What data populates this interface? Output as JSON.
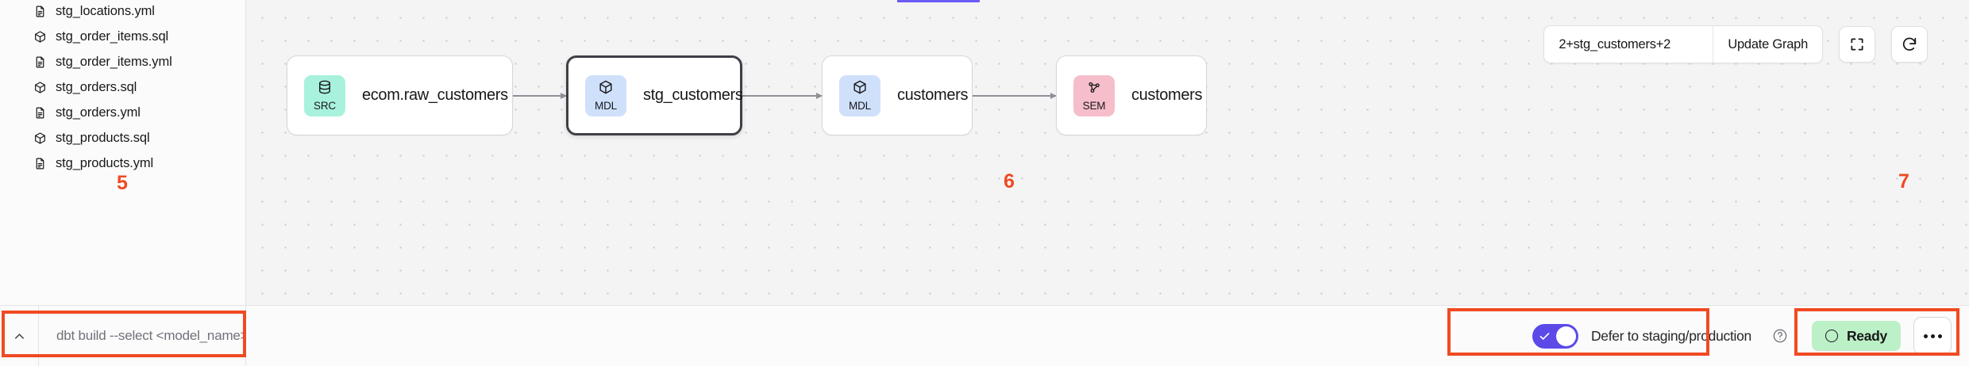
{
  "sidebar": {
    "files": [
      {
        "name": "stg_locations.yml",
        "icon": "file-yml-icon",
        "kind": "yml"
      },
      {
        "name": "stg_order_items.sql",
        "icon": "cube-sql-icon",
        "kind": "sql"
      },
      {
        "name": "stg_order_items.yml",
        "icon": "file-yml-icon",
        "kind": "yml"
      },
      {
        "name": "stg_orders.sql",
        "icon": "cube-sql-icon",
        "kind": "sql"
      },
      {
        "name": "stg_orders.yml",
        "icon": "file-yml-icon",
        "kind": "yml"
      },
      {
        "name": "stg_products.sql",
        "icon": "cube-sql-icon",
        "kind": "sql"
      },
      {
        "name": "stg_products.yml",
        "icon": "file-yml-icon",
        "kind": "yml"
      }
    ]
  },
  "command_bar": {
    "collapse_icon": "chevron-up-icon",
    "placeholder": "dbt build --select <model_name>",
    "value": ""
  },
  "graph_toolbar": {
    "selector_value": "2+stg_customers+2",
    "selector_placeholder": "",
    "update_graph_label": "Update Graph",
    "fullscreen_icon": "fullscreen-icon",
    "refresh_icon": "refresh-icon"
  },
  "graph": {
    "nodes": [
      {
        "id": "src-ecom-raw-customers",
        "badge": "SRC",
        "badge_icon": "database-icon",
        "badge_color": "#a8f2dd",
        "label": "ecom.raw_customers",
        "selected": false
      },
      {
        "id": "mdl-stg-customers",
        "badge": "MDL",
        "badge_icon": "cube-icon",
        "badge_color": "#cfe0fb",
        "label": "stg_customers",
        "selected": true
      },
      {
        "id": "mdl-customers",
        "badge": "MDL",
        "badge_icon": "cube-icon",
        "badge_color": "#cfe0fb",
        "label": "customers",
        "selected": false
      },
      {
        "id": "sem-customers",
        "badge": "SEM",
        "badge_icon": "semantic-graph-icon",
        "badge_color": "#f6bdcb",
        "label": "customers",
        "selected": false
      }
    ]
  },
  "bottom_bar": {
    "defer_label": "Defer to staging/production",
    "defer_enabled": true,
    "help_icon": "help-circle-icon",
    "status_label": "Ready",
    "status_color": "#bcf0c6",
    "more_icon": "ellipsis-icon"
  },
  "annotations": [
    {
      "number": "5",
      "target": "command-bar"
    },
    {
      "number": "6",
      "target": "defer-toggle-group"
    },
    {
      "number": "7",
      "target": "status-group"
    }
  ],
  "colors": {
    "accent": "#6b5cf6",
    "toggle_on": "#5b4ae8",
    "annotation": "#f04a23",
    "canvas_bg": "#f4f4f5"
  }
}
